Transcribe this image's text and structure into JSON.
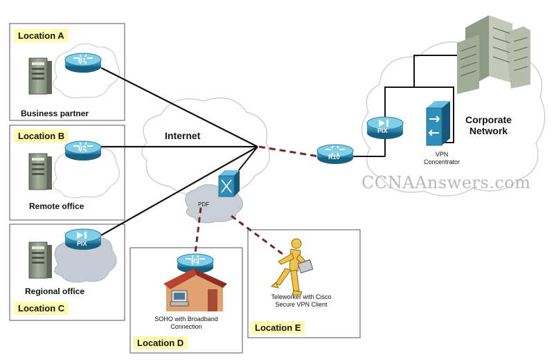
{
  "locations": {
    "a": {
      "label": "Location A",
      "caption": "Business partner",
      "router": "R1"
    },
    "b": {
      "label": "Location B",
      "caption": "Remote office",
      "router": "R2"
    },
    "c": {
      "label": "Location C",
      "caption": "Regional office",
      "device": "PIX"
    },
    "d": {
      "label": "Location D",
      "caption_line1": "SOHO with Broadband",
      "caption_line2": "Connection",
      "router": "R3"
    },
    "e": {
      "label": "Location E",
      "caption_line1": "Teleworker with Cisco",
      "caption_line2": "Secure VPN Client"
    }
  },
  "internet_label": "Internet",
  "pdf_label": "PDF",
  "edge_router": "R10",
  "corporate": {
    "title_line1": "Corporate",
    "title_line2": "Network",
    "firewall": "PIX",
    "vpn_line1": "VPN",
    "vpn_line2": "Concentrator"
  },
  "watermark": "CCNAAnswers.com",
  "colors": {
    "router": "#2f8fb8",
    "dashed_link": "#7a2424",
    "location_label_bg": "#fffbb0"
  }
}
